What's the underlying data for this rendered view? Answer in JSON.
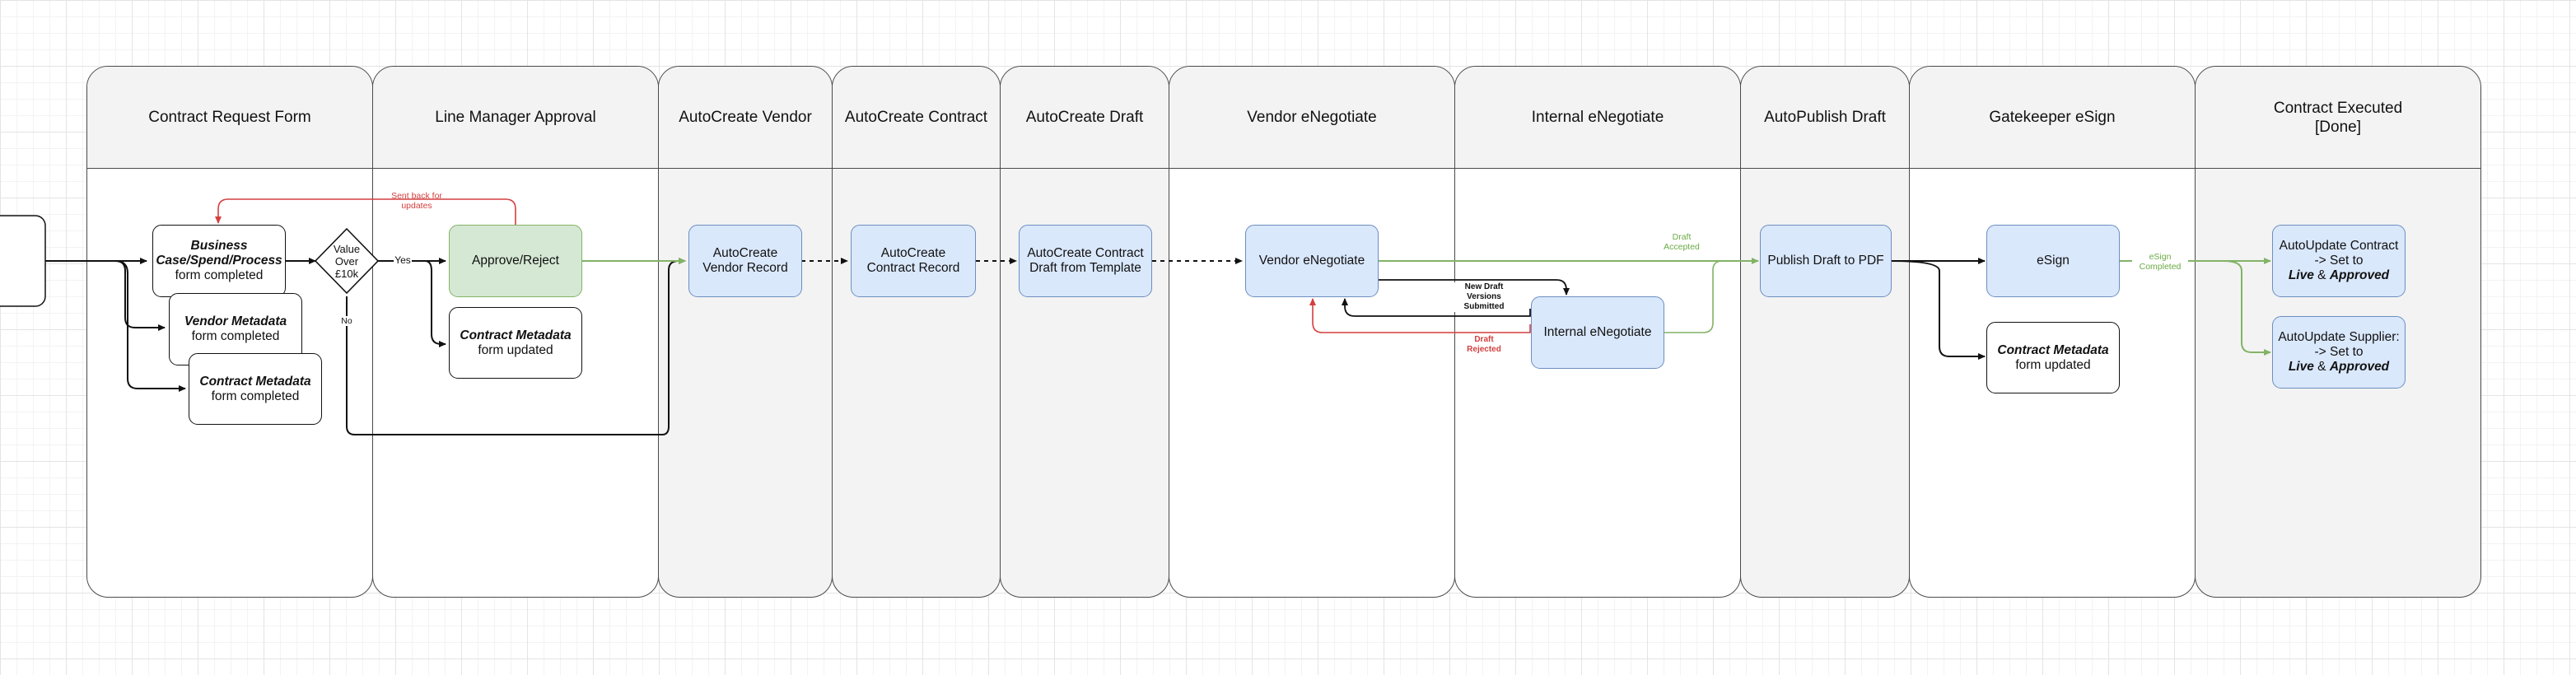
{
  "lanes": [
    {
      "title": "Contract Request Form"
    },
    {
      "title": "Line Manager Approval"
    },
    {
      "title": "AutoCreate Vendor"
    },
    {
      "title": "AutoCreate Contract"
    },
    {
      "title": "AutoCreate Draft"
    },
    {
      "title": "Vendor eNegotiate"
    },
    {
      "title": "Internal eNegotiate"
    },
    {
      "title": "AutoPublish Draft"
    },
    {
      "title": "Gatekeeper eSign"
    },
    {
      "title": "Contract Executed\n[Done]"
    }
  ],
  "nodes": {
    "business_case": {
      "bold": "Business Case/Spend/Process",
      "rest": " form completed"
    },
    "vendor_metadata": {
      "bold": "Vendor Metadata",
      "rest": " form completed"
    },
    "contract_metadata_1": {
      "bold": "Contract Metadata",
      "rest": " form completed"
    },
    "value_over": {
      "text": "Value Over £10k"
    },
    "approve_reject": {
      "text": "Approve/Reject"
    },
    "contract_metadata_2": {
      "bold": "Contract Metadata",
      "rest": " form updated"
    },
    "autocreate_vendor_record": {
      "text": "AutoCreate Vendor Record"
    },
    "autocreate_contract_record": {
      "text": "AutoCreate Contract Record"
    },
    "autocreate_contract_draft": {
      "text": "AutoCreate Contract Draft from Template"
    },
    "vendor_enegotiate": {
      "text": "Vendor eNegotiate"
    },
    "internal_enegotiate": {
      "text": "Internal eNegotiate"
    },
    "publish_draft": {
      "text": "Publish Draft to PDF"
    },
    "esign": {
      "text": "eSign"
    },
    "contract_metadata_3": {
      "bold": "Contract Metadata",
      "rest": " form updated"
    },
    "autoupdate_contract": {
      "line1": "AutoUpdate Contract -> Set to",
      "bold1": "Live",
      "amp": " & ",
      "bold2": "Approved"
    },
    "autoupdate_supplier": {
      "line1": "AutoUpdate Supplier: -> Set to",
      "bold1": "Live",
      "amp": " & ",
      "bold2": "Approved"
    }
  },
  "edge_labels": {
    "sent_back": "Sent back for updates",
    "yes": "Yes",
    "no": "No",
    "draft_accepted": "Draft Accepted",
    "new_draft_versions": "New Draft Versions Submitted",
    "draft_rejected": "Draft Rejected",
    "esign_completed": "eSign Completed"
  },
  "colors": {
    "edge_default": "#111111",
    "edge_red": "#d43f3f",
    "edge_green": "#82b366",
    "blue_fill": "#dae8fc",
    "green_fill": "#d5e8d4"
  }
}
